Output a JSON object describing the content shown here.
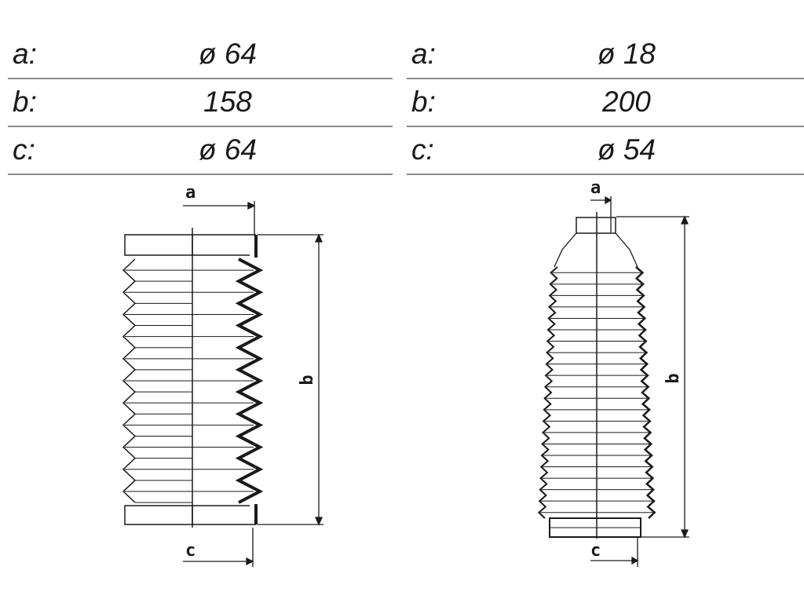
{
  "tables": [
    {
      "rows": [
        {
          "label": "a:",
          "value": "ø 64"
        },
        {
          "label": "b:",
          "value": "158"
        },
        {
          "label": "c:",
          "value": "ø  64"
        }
      ]
    },
    {
      "rows": [
        {
          "label": "a:",
          "value": "ø 18"
        },
        {
          "label": "b:",
          "value": "200"
        },
        {
          "label": "c:",
          "value": "ø 54"
        }
      ]
    }
  ],
  "diagram_labels": {
    "left": {
      "a": "a",
      "b": "b",
      "c": "c"
    },
    "right": {
      "a": "a",
      "b": "b",
      "c": "c"
    }
  },
  "colors": {
    "line": "#1a1a1a",
    "rule": "#8a8a8a"
  }
}
